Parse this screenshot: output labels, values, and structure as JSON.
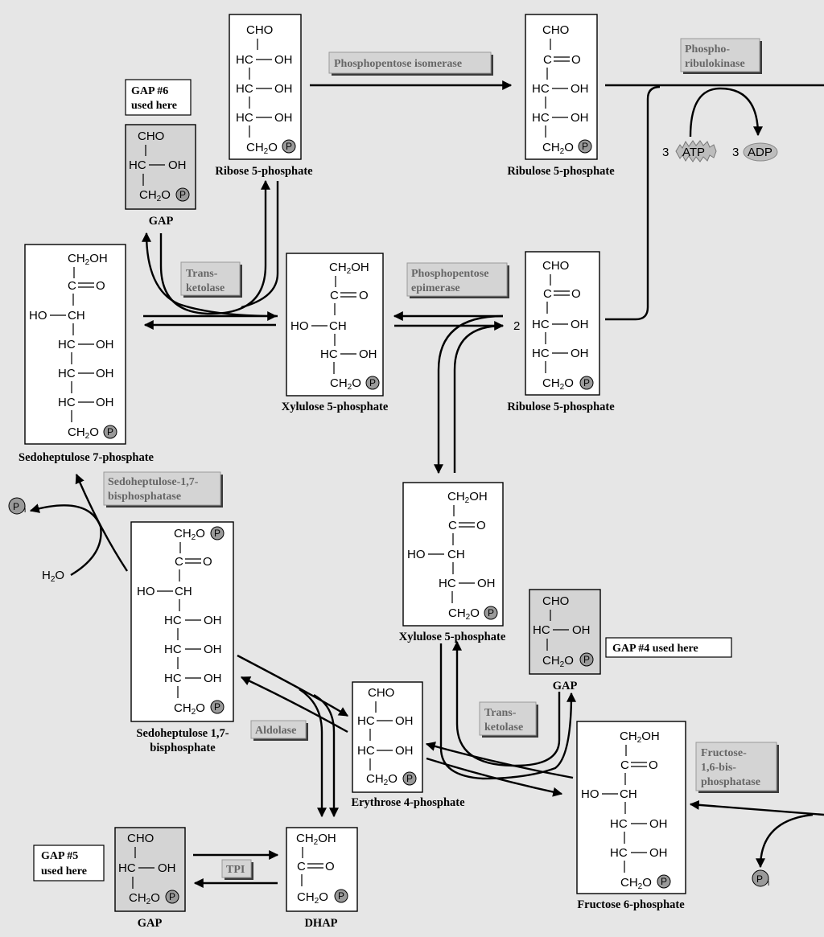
{
  "title": "",
  "molecules": {
    "ribose5p": {
      "lines": [
        "CHO",
        "HC",
        "OH",
        "HC",
        "OH",
        "HC",
        "OH",
        "CH",
        "2",
        "O",
        "P"
      ],
      "name": "Ribose 5-phosphate"
    },
    "ribulose5p_top": {
      "lines": [
        "CHO",
        "C",
        "O",
        "HC",
        "OH",
        "HC",
        "OH",
        "CH",
        "2",
        "O",
        "P"
      ],
      "name": "Ribulose 5-phosphate"
    },
    "gap6": {
      "lines": [
        "CHO",
        "HC",
        "OH",
        "CH",
        "2",
        "O",
        "P"
      ],
      "name": "GAP"
    },
    "sedoheptulose7p": {
      "lines": [
        "CH",
        "2",
        "OH",
        "C",
        "O",
        "HO",
        "CH",
        "HC",
        "OH",
        "HC",
        "OH",
        "HC",
        "OH",
        "CH",
        "2",
        "O",
        "P"
      ],
      "name": "Sedoheptulose 7-phosphate"
    },
    "xylulose5p_mid": {
      "lines": [
        "CH",
        "2",
        "OH",
        "C",
        "O",
        "HO",
        "CH",
        "HC",
        "OH",
        "CH",
        "2",
        "O",
        "P"
      ],
      "name": "Xylulose 5-phosphate"
    },
    "ribulose5p_mid": {
      "lines": [
        "CHO",
        "C",
        "O",
        "HC",
        "OH",
        "HC",
        "OH",
        "CH",
        "2",
        "O",
        "P"
      ],
      "name": "Ribulose 5-phosphate",
      "count": "2"
    },
    "xylulose5p_low": {
      "lines": [
        "CH",
        "2",
        "OH",
        "C",
        "O",
        "HO",
        "CH",
        "HC",
        "OH",
        "CH",
        "2",
        "O",
        "P"
      ],
      "name": "Xylulose 5-phosphate"
    },
    "gap4": {
      "lines": [
        "CHO",
        "HC",
        "OH",
        "CH",
        "2",
        "O",
        "P"
      ],
      "name": "GAP"
    },
    "sedoheptulose17bp": {
      "lines": [
        "CH",
        "2",
        "O",
        "P",
        "C",
        "O",
        "HO",
        "CH",
        "HC",
        "OH",
        "HC",
        "OH",
        "HC",
        "OH",
        "CH",
        "2",
        "O",
        "P"
      ],
      "name_line1": "Sedoheptulose 1,7-",
      "name_line2": "bisphosphate"
    },
    "erythrose4p": {
      "lines": [
        "CHO",
        "HC",
        "OH",
        "HC",
        "OH",
        "CH",
        "2",
        "O",
        "P"
      ],
      "name": "Erythrose 4-phosphate"
    },
    "fructose6p": {
      "lines": [
        "CH",
        "2",
        "OH",
        "C",
        "O",
        "HO",
        "CH",
        "HC",
        "OH",
        "HC",
        "OH",
        "CH",
        "2",
        "O",
        "P"
      ],
      "name": "Fructose 6-phosphate"
    },
    "gap5": {
      "lines": [
        "CHO",
        "HC",
        "OH",
        "CH",
        "2",
        "O",
        "P"
      ],
      "name": "GAP"
    },
    "dhap": {
      "lines": [
        "CH",
        "2",
        "OH",
        "C",
        "O",
        "CH",
        "2",
        "O",
        "P"
      ],
      "name": "DHAP"
    }
  },
  "enzymes": {
    "phosphopentose_isomerase": "Phosphopentose isomerase",
    "phosphoribulokinase": [
      "Phospho-",
      "ribulokinase"
    ],
    "transketolase_top": [
      "Trans-",
      "ketolase"
    ],
    "phosphopentose_epimerase": [
      "Phosphopentose",
      "epimerase"
    ],
    "sedoheptulose_bisphosphatase": [
      "Sedoheptulose-1,7-",
      "bisphosphatase"
    ],
    "aldolase": "Aldolase",
    "transketolase_bottom": [
      "Trans-",
      "ketolase"
    ],
    "fructose_bisphosphatase": [
      "Fructose-",
      "1,6-bis-",
      "phosphatase"
    ],
    "tpi": "TPI"
  },
  "notes": {
    "gap6": [
      "GAP #6",
      "used here"
    ],
    "gap4": "GAP #4 used here",
    "gap5": [
      "GAP #5",
      "used here"
    ]
  },
  "cofactors": {
    "atp_count": "3",
    "atp": "ATP",
    "adp_count": "3",
    "adp": "ADP",
    "pi_symbol": "P",
    "pi_sub": "i",
    "water": "H",
    "water_sub": "2",
    "water_o": "O"
  },
  "colors": {
    "background": "#e6e6e6",
    "molecule_box": "#ffffff",
    "gap_box": "#d4d4d4",
    "enzyme_text": "#666666",
    "phosphate_circle": "#9a9a9a"
  }
}
